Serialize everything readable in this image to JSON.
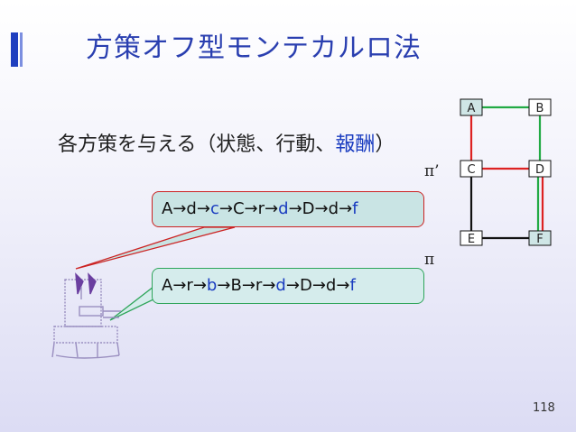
{
  "title": "方策オフ型モンテカルロ法",
  "subtitle": {
    "text_before": "各方策を与える（状態、行動、",
    "accent": "報酬",
    "text_after": "）"
  },
  "labels": {
    "pi_prime": "π’",
    "pi": "π"
  },
  "policies": {
    "upper": [
      {
        "text": "A",
        "highlight": false
      },
      {
        "text": "→",
        "highlight": false
      },
      {
        "text": "d",
        "highlight": false
      },
      {
        "text": "→",
        "highlight": false
      },
      {
        "text": "c",
        "highlight": true
      },
      {
        "text": "→",
        "highlight": false
      },
      {
        "text": "C",
        "highlight": false
      },
      {
        "text": "→",
        "highlight": false
      },
      {
        "text": "r",
        "highlight": false
      },
      {
        "text": "→",
        "highlight": false
      },
      {
        "text": "d",
        "highlight": true
      },
      {
        "text": "→",
        "highlight": false
      },
      {
        "text": "D",
        "highlight": false
      },
      {
        "text": "→",
        "highlight": false
      },
      {
        "text": "d",
        "highlight": false
      },
      {
        "text": "→",
        "highlight": false
      },
      {
        "text": "f",
        "highlight": true
      }
    ],
    "lower": [
      {
        "text": "A",
        "highlight": false
      },
      {
        "text": "→",
        "highlight": false
      },
      {
        "text": "r",
        "highlight": false
      },
      {
        "text": "→",
        "highlight": false
      },
      {
        "text": "b",
        "highlight": true
      },
      {
        "text": "→",
        "highlight": false
      },
      {
        "text": "B",
        "highlight": false
      },
      {
        "text": "→",
        "highlight": false
      },
      {
        "text": "r",
        "highlight": false
      },
      {
        "text": "→",
        "highlight": false
      },
      {
        "text": "d",
        "highlight": true
      },
      {
        "text": "→",
        "highlight": false
      },
      {
        "text": "D",
        "highlight": false
      },
      {
        "text": "→",
        "highlight": false
      },
      {
        "text": "d",
        "highlight": false
      },
      {
        "text": "→",
        "highlight": false
      },
      {
        "text": "f",
        "highlight": true
      }
    ]
  },
  "grid": {
    "nodes": {
      "A": "A",
      "B": "B",
      "C": "C",
      "D": "D",
      "E": "E",
      "F": "F"
    }
  },
  "page_number": "118",
  "colors": {
    "title": "#2a3fb0",
    "accent_blue": "#1a3cc0",
    "path_red": "#dd2222",
    "path_green": "#22aa44",
    "grid_black": "#111111",
    "node_fill": "#cfe6e6"
  }
}
